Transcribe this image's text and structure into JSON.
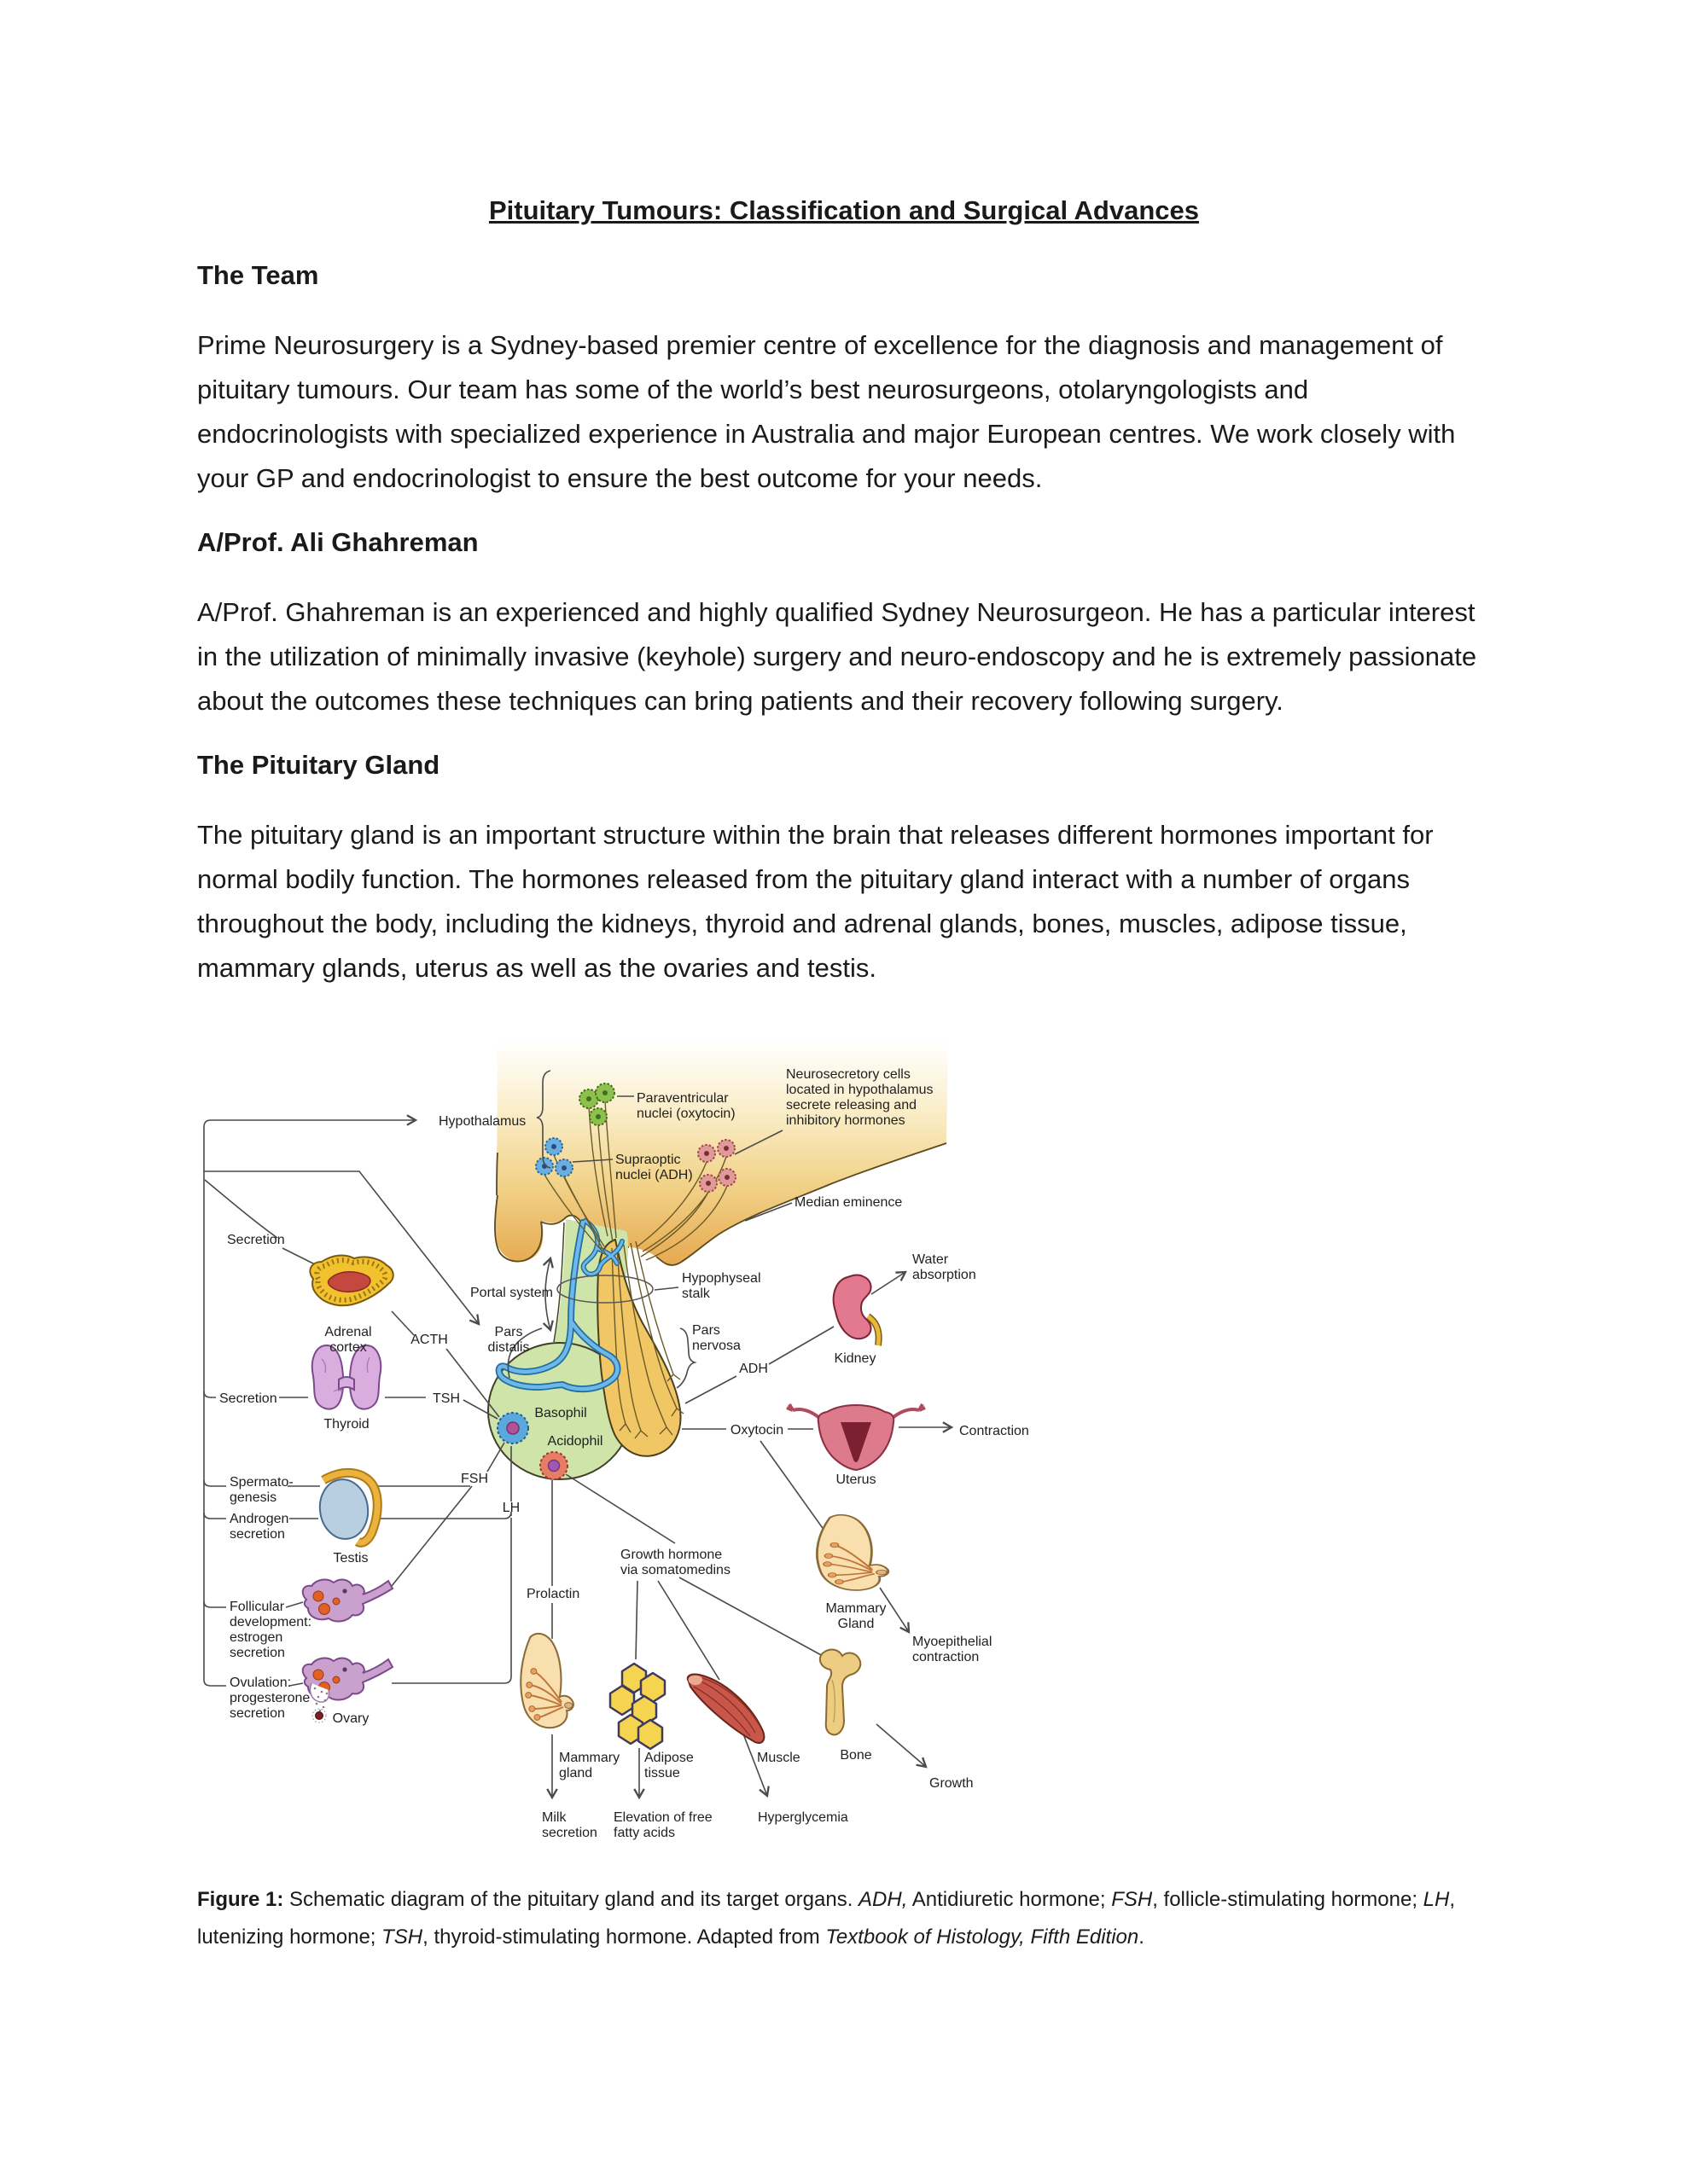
{
  "palette": {
    "hypothalamus_orange": "#e8a94f",
    "gland_green": "#cfe4a9",
    "lobe_yellow": "#f1c766",
    "vessel_blue": "#6fb7e8",
    "cell_green": "#8fbf4d",
    "cell_blue": "#68aede",
    "cell_pink": "#e09a9a",
    "kidney_pink": "#e2798f",
    "uterus_pink": "#dd7a8c",
    "thyroid_purple": "#d9aede",
    "adrenal_yellow": "#f2c12e",
    "adrenal_core_red": "#c4483e",
    "testis_blue": "#b8cfe2",
    "ovary_purple": "#c9a0ce",
    "breast_cream": "#f9dfae",
    "adipose_yellow": "#f5d44f",
    "muscle_red": "#c8564a",
    "bone_tan": "#eccd82",
    "line_gray": "#4a4a4a"
  },
  "page": {
    "title": "Pituitary Tumours: Classification and Surgical Advances",
    "sections": [
      {
        "heading": "The Team",
        "body": "Prime Neurosurgery is a Sydney-based premier centre of excellence for the diagnosis and management of pituitary tumours. Our team has some of the world’s best neurosurgeons, otolaryngologists and endocrinologists with specialized experience in Australia and major European centres. We work closely with your GP and endocrinologist to ensure the best outcome for your needs."
      },
      {
        "heading": "A/Prof. Ali Ghahreman",
        "body": "A/Prof. Ghahreman is an experienced and highly qualified Sydney Neurosurgeon. He has a particular interest in the utilization of minimally invasive (keyhole) surgery and neuro-endoscopy and he is extremely passionate about the outcomes these techniques can bring patients and their recovery following surgery."
      },
      {
        "heading": "The Pituitary Gland",
        "body": "The pituitary gland is an important structure within the brain that releases different hormones important for normal bodily function. The hormones released from the pituitary gland interact with a number of organs throughout the body, including the kidneys, thyroid and adrenal glands, bones, muscles, adipose tissue, mammary glands, uterus as well as the ovaries and testis."
      }
    ],
    "caption": {
      "b1": "Figure 1:",
      "t1": " Schematic diagram of the pituitary gland and its target organs. ",
      "i1": "ADH,",
      "t2": " Antidiuretic hormone; ",
      "i2": "FSH",
      "t3": ", follicle-stimulating hormone; ",
      "i3": "LH",
      "t4": ", lutenizing hormone; ",
      "i4": "TSH",
      "t5": ", thyroid-stimulating hormone. Adapted from ",
      "i5": "Textbook of Histology, Fifth Edition",
      "t6": "."
    }
  },
  "figure": {
    "labels": {
      "hypothalamus": "Hypothalamus",
      "paraventricular": "Paraventricular\nnuclei (oxytocin)",
      "supraoptic": "Supraoptic\nnuclei (ADH)",
      "neurosecretory": "Neurosecretory cells\nlocated in hypothalamus\nsecrete releasing and\ninhibitory hormones",
      "median_eminence": "Median eminence",
      "portal_system": "Portal system",
      "hypophyseal_stalk": "Hypophyseal\nstalk",
      "pars_distalis": "Pars\ndistalis",
      "pars_nervosa": "Pars\nnervosa",
      "basophil": "Basophil",
      "acidophil": "Acidophil",
      "secretion_adrenal": "Secretion",
      "adrenal_cortex": "Adrenal\ncortex",
      "acth": "ACTH",
      "secretion_thyroid": "Secretion",
      "thyroid": "Thyroid",
      "tsh": "TSH",
      "spermatogenesis": "Spermato-\ngenesis",
      "androgen_secretion": "Androgen\nsecretion",
      "testis": "Testis",
      "fsh": "FSH",
      "lh": "LH",
      "follicular": "Follicular\ndevelopment:\nestrogen\nsecretion",
      "ovulation": "Ovulation:\nprogesterone\nsecretion",
      "ovary": "Ovary",
      "prolactin": "Prolactin",
      "growth_hormone": "Growth hormone\nvia somatomedins",
      "oxytocin": "Oxytocin",
      "adh": "ADH",
      "kidney": "Kidney",
      "water_absorption": "Water\nabsorption",
      "uterus": "Uterus",
      "contraction": "Contraction",
      "mammary_gland_right": "Mammary\nGland",
      "myoepithelial": "Myoepithelial\ncontraction",
      "bone": "Bone",
      "growth": "Growth",
      "mammary_gland_bottom": "Mammary\ngland",
      "adipose_tissue": "Adipose\ntissue",
      "muscle": "Muscle",
      "milk_secretion": "Milk\nsecretion",
      "elevation_ffa": "Elevation of free\nfatty acids",
      "hyperglycemia": "Hyperglycemia"
    }
  }
}
